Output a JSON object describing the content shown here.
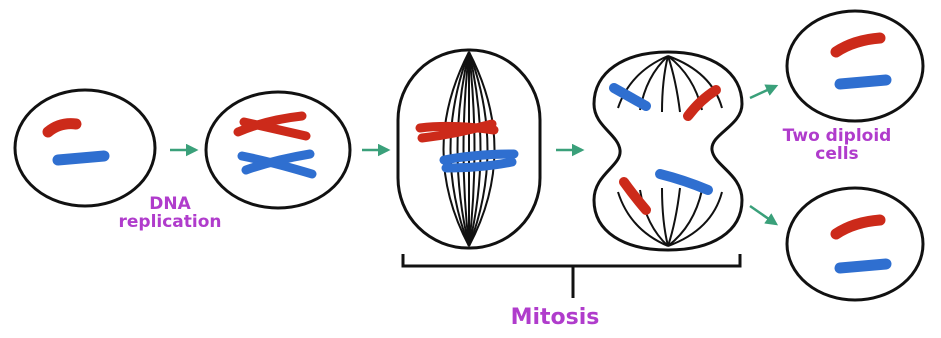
{
  "labels": {
    "dna_replication": "DNA\nreplication",
    "two_diploid_cells": "Two diploid\ncells",
    "mitosis": "Mitosis"
  },
  "colors": {
    "label": "#b03ccc",
    "arrow": "#3aa07a",
    "red_chromosome": "#cc2a1a",
    "blue_chromosome": "#2f6fd0",
    "outline": "#111111"
  }
}
